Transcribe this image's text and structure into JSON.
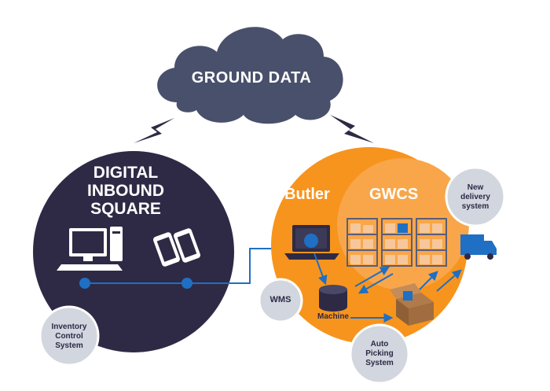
{
  "cloud": {
    "title": "GROUND DATA"
  },
  "left_circle": {
    "title_lines": [
      "DIGITAL",
      "INBOUND",
      "SQUARE"
    ]
  },
  "right_circle": {
    "butler": "Butler",
    "gwcs": "GWCS"
  },
  "bubbles": {
    "wms": "WMS",
    "inventory_control": [
      "Inventory",
      "Control",
      "System"
    ],
    "new_delivery": [
      "New",
      "delivery",
      "system"
    ],
    "auto_picking": [
      "Auto",
      "Picking",
      "System"
    ]
  },
  "machine_label": "Machine",
  "colors": {
    "navy": "#2e2a45",
    "cloud": "#49506b",
    "orange": "#f7941d",
    "orange_light": "#f9a64a",
    "blue": "#1f6fc4",
    "bubble_gray": "#d2d6df",
    "box": "#f6c79a",
    "rack": "#5a5e74"
  },
  "icons": [
    "cloud-icon",
    "lightning-bolt-icon",
    "desktop-computer-icon",
    "smartphone-icon",
    "laptop-icon",
    "storage-rack-icon",
    "database-cylinder-icon",
    "open-box-icon",
    "delivery-truck-icon"
  ]
}
